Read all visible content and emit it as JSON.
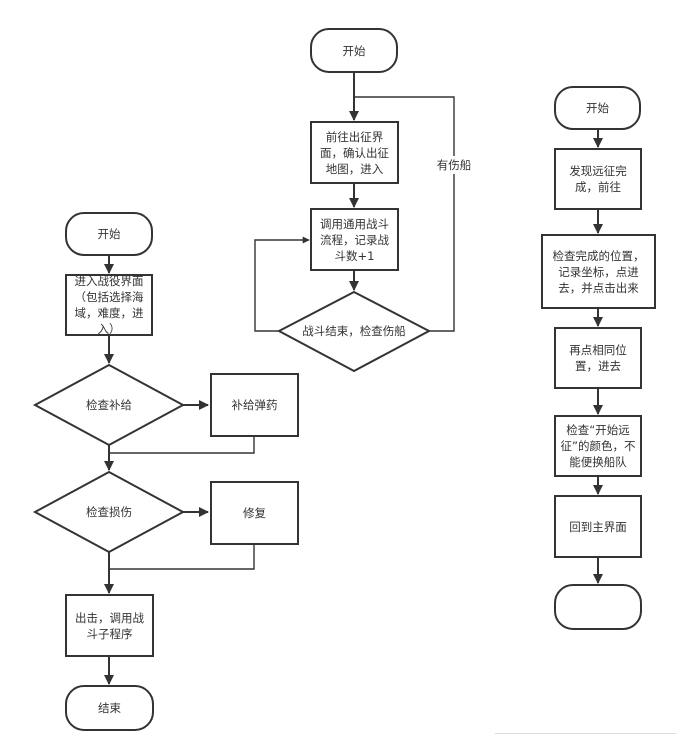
{
  "diagram": {
    "flow_left": {
      "start": "开始",
      "enter_battle": "进入战役界面（包括选择海域，难度，进入）",
      "check_supply": "检查补给",
      "resupply": "补给弹药",
      "check_damage": "检查损伤",
      "repair": "修复",
      "sortie": "出击，调用战斗子程序",
      "end": "结束"
    },
    "flow_middle": {
      "start": "开始",
      "go_expedition": "前往出征界面，确认出征地图，进入",
      "call_battle": "调用通用战斗流程，记录战斗数+1",
      "battle_end_check": "战斗结束，检查伤船",
      "damaged_label": "有伤船"
    },
    "flow_right": {
      "start": "开始",
      "found_expedition": "发现远征完成，前往",
      "check_position": "检查完成的位置，记录坐标，点进去，并点击出来",
      "click_again": "再点相同位置，进去",
      "check_color": "检查“开始远征”的颜色，不能便换船队",
      "return_main": "回到主界面",
      "end": ""
    }
  }
}
